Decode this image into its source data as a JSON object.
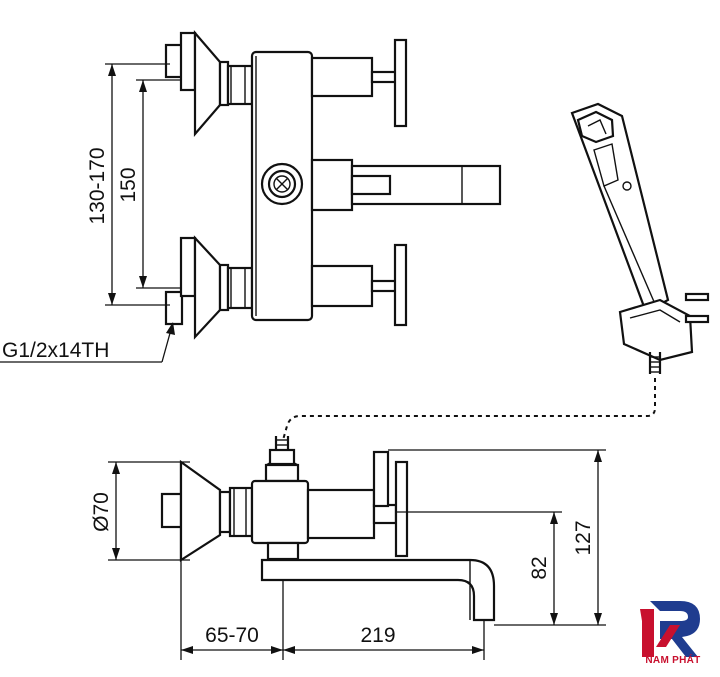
{
  "dimensions": {
    "inlet_spacing_range": "130-170",
    "inlet_spacing": "150",
    "thread": "G1/2x14TH",
    "handle_diameter": "Ø70",
    "spout_height": "82",
    "total_height": "127",
    "inlet_offset": "65-70",
    "spout_length": "219"
  },
  "brand": {
    "name": "NAM PHÁT",
    "color_red": "#c8102e",
    "color_blue": "#1f3c8f"
  }
}
